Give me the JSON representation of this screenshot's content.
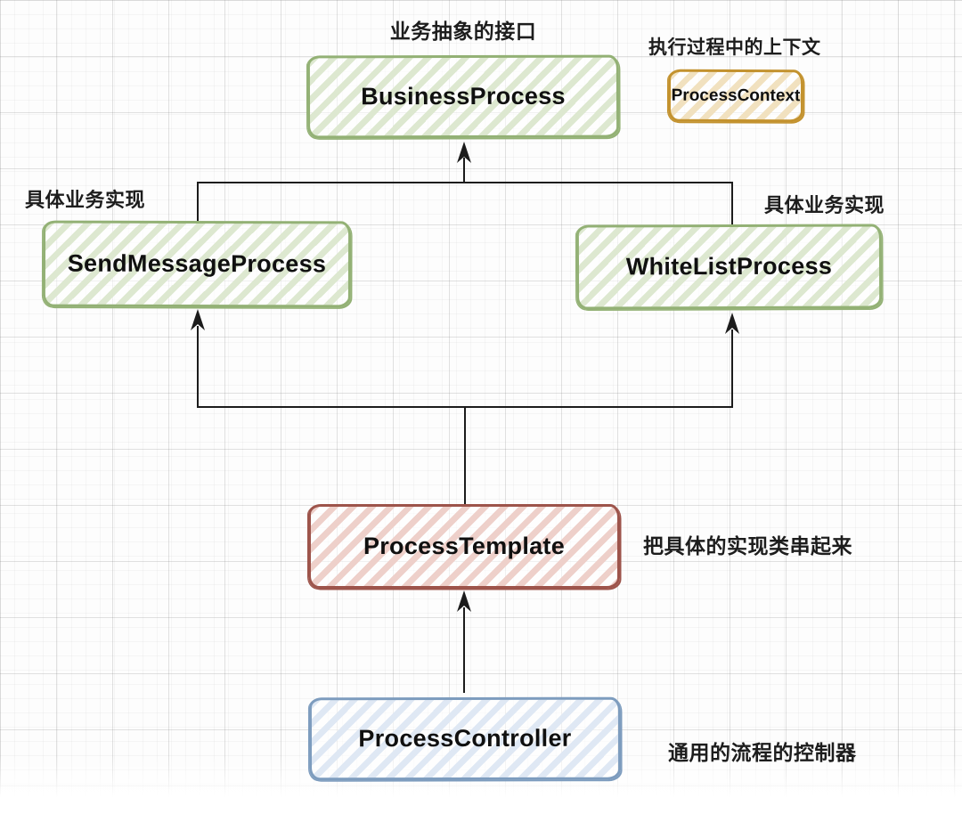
{
  "diagram": {
    "nodes": {
      "business": {
        "label": "BusinessProcess"
      },
      "context": {
        "label": "ProcessContext"
      },
      "send": {
        "label": "SendMessageProcess"
      },
      "white": {
        "label": "WhiteListProcess"
      },
      "template": {
        "label": "ProcessTemplate"
      },
      "controller": {
        "label": "ProcessController"
      }
    },
    "annotations": {
      "business": "业务抽象的接口",
      "context": "执行过程中的上下文",
      "send": "具体业务实现",
      "white": "具体业务实现",
      "template": "把具体的实现类串起来",
      "controller": "通用的流程的控制器"
    },
    "edges": [
      {
        "from": "send",
        "to": "business"
      },
      {
        "from": "white",
        "to": "business"
      },
      {
        "from": "template",
        "to": "send"
      },
      {
        "from": "template",
        "to": "white"
      },
      {
        "from": "controller",
        "to": "template"
      }
    ],
    "colors": {
      "green_border": "#93b175",
      "green_hatch": "#dde8d0",
      "gold_border": "#c3922e",
      "gold_hatch": "#f1e1bf",
      "maroon_border": "#9d544b",
      "maroon_hatch": "#eed0ca",
      "blue_border": "#7d9cbe",
      "blue_hatch": "#dfe8f4",
      "line": "#1c1c1c",
      "annotation_text": "#1d1d1d",
      "node_text": "#101010"
    }
  }
}
